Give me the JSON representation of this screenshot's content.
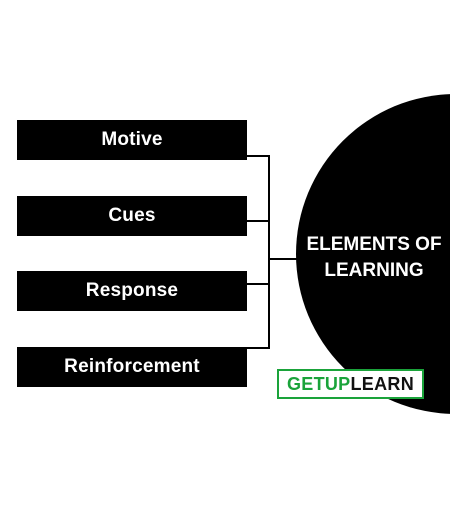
{
  "diagram": {
    "elements": [
      {
        "label": "Motive"
      },
      {
        "label": "Cues"
      },
      {
        "label": "Response"
      },
      {
        "label": "Reinforcement"
      }
    ],
    "center": {
      "line1": "ELEMENTS OF",
      "line2": "LEARNING",
      "color": "#000000"
    },
    "watermark": {
      "part1": "GETUP",
      "part2": "LEARN",
      "accent_color": "#1aa33a"
    }
  }
}
